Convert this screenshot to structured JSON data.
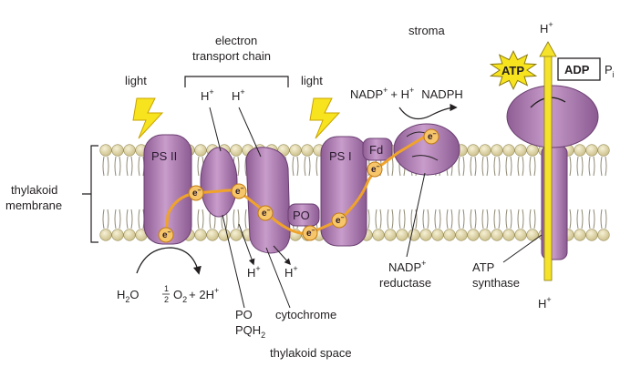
{
  "labels": {
    "etc_line1": "electron",
    "etc_line2": "transport chain",
    "stroma": "stroma",
    "light_left": "light",
    "light_right": "light",
    "thylakoid_membrane_line1": "thylakoid",
    "thylakoid_membrane_line2": "membrane",
    "thylakoid_space": "thylakoid space",
    "cytochrome": "cytochrome",
    "po": "PO",
    "pqh": "PQH",
    "pqh_sub": "2",
    "nadp_reductase_line1": "NADP",
    "nadp_reductase_line2": "reductase",
    "atp_synthase_line1": "ATP",
    "atp_synthase_line2": "synthase",
    "plus_sup": "+"
  },
  "complexes": {
    "ps2": "PS II",
    "ps1": "PS I",
    "fd": "Fd",
    "po_small": "PO"
  },
  "electron": "e",
  "electron_sup": "–",
  "proton": "H",
  "proton_sup": "+",
  "reaction_nadp": {
    "nadp": "NADP",
    "plus": "+ H",
    "nadph": "NADPH"
  },
  "reaction_water": {
    "h2o": "H",
    "h2o_sub": "2",
    "h2o_o": "O",
    "frac_num": "1",
    "frac_den": "2",
    "o2": "O",
    "o2_sub": "2",
    "plus_2h": "+ 2H"
  },
  "atp": "ATP",
  "adp": "ADP",
  "pi": "P",
  "pi_sub": "i",
  "colors": {
    "protein": "#b07fb5",
    "protein_dark": "#7d4c84",
    "lipid_head": "#e3d9aa",
    "electron_path": "#f0a32a",
    "atp_burst": "#f7e31e",
    "proton_arrow": "#f5e22a"
  }
}
